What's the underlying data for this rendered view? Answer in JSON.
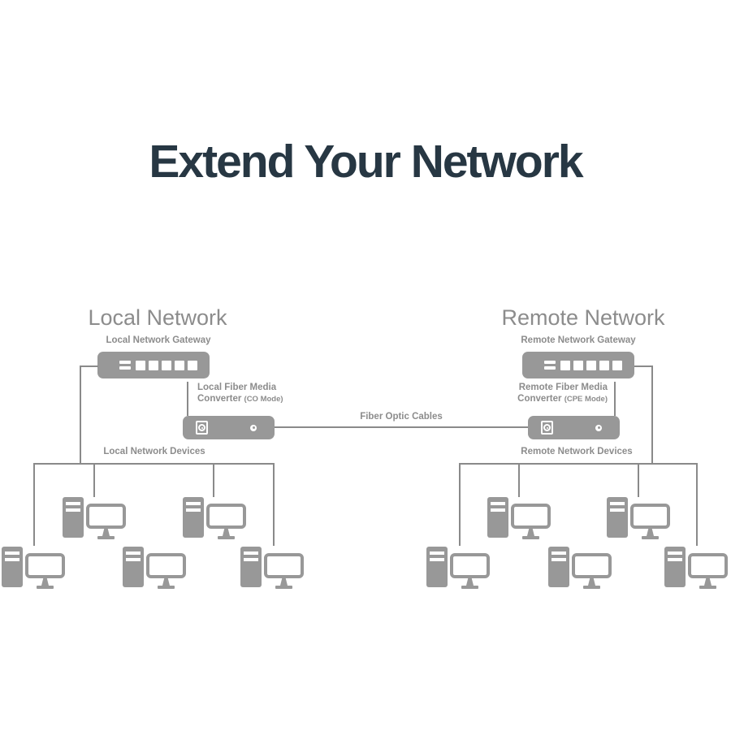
{
  "title": "Extend Your Network",
  "fiber_label": "Fiber Optic Cables",
  "local": {
    "heading": "Local Network",
    "gateway_label": "Local Network Gateway",
    "converter_line1": "Local Fiber Media",
    "converter_name": "Converter ",
    "converter_mode": "(CO Mode)",
    "devices_label": "Local Network Devices"
  },
  "remote": {
    "heading": "Remote Network",
    "gateway_label": "Remote Network Gateway",
    "converter_line1": "Remote Fiber Media",
    "converter_name": "Converter ",
    "converter_mode": "(CPE Mode)",
    "devices_label": "Remote Network Devices"
  },
  "colors": {
    "title_color": "#273743",
    "device_gray": "#989898",
    "line_gray": "#8a8a8a",
    "label_text_gray": "#8c8c8c",
    "background": "#ffffff"
  }
}
